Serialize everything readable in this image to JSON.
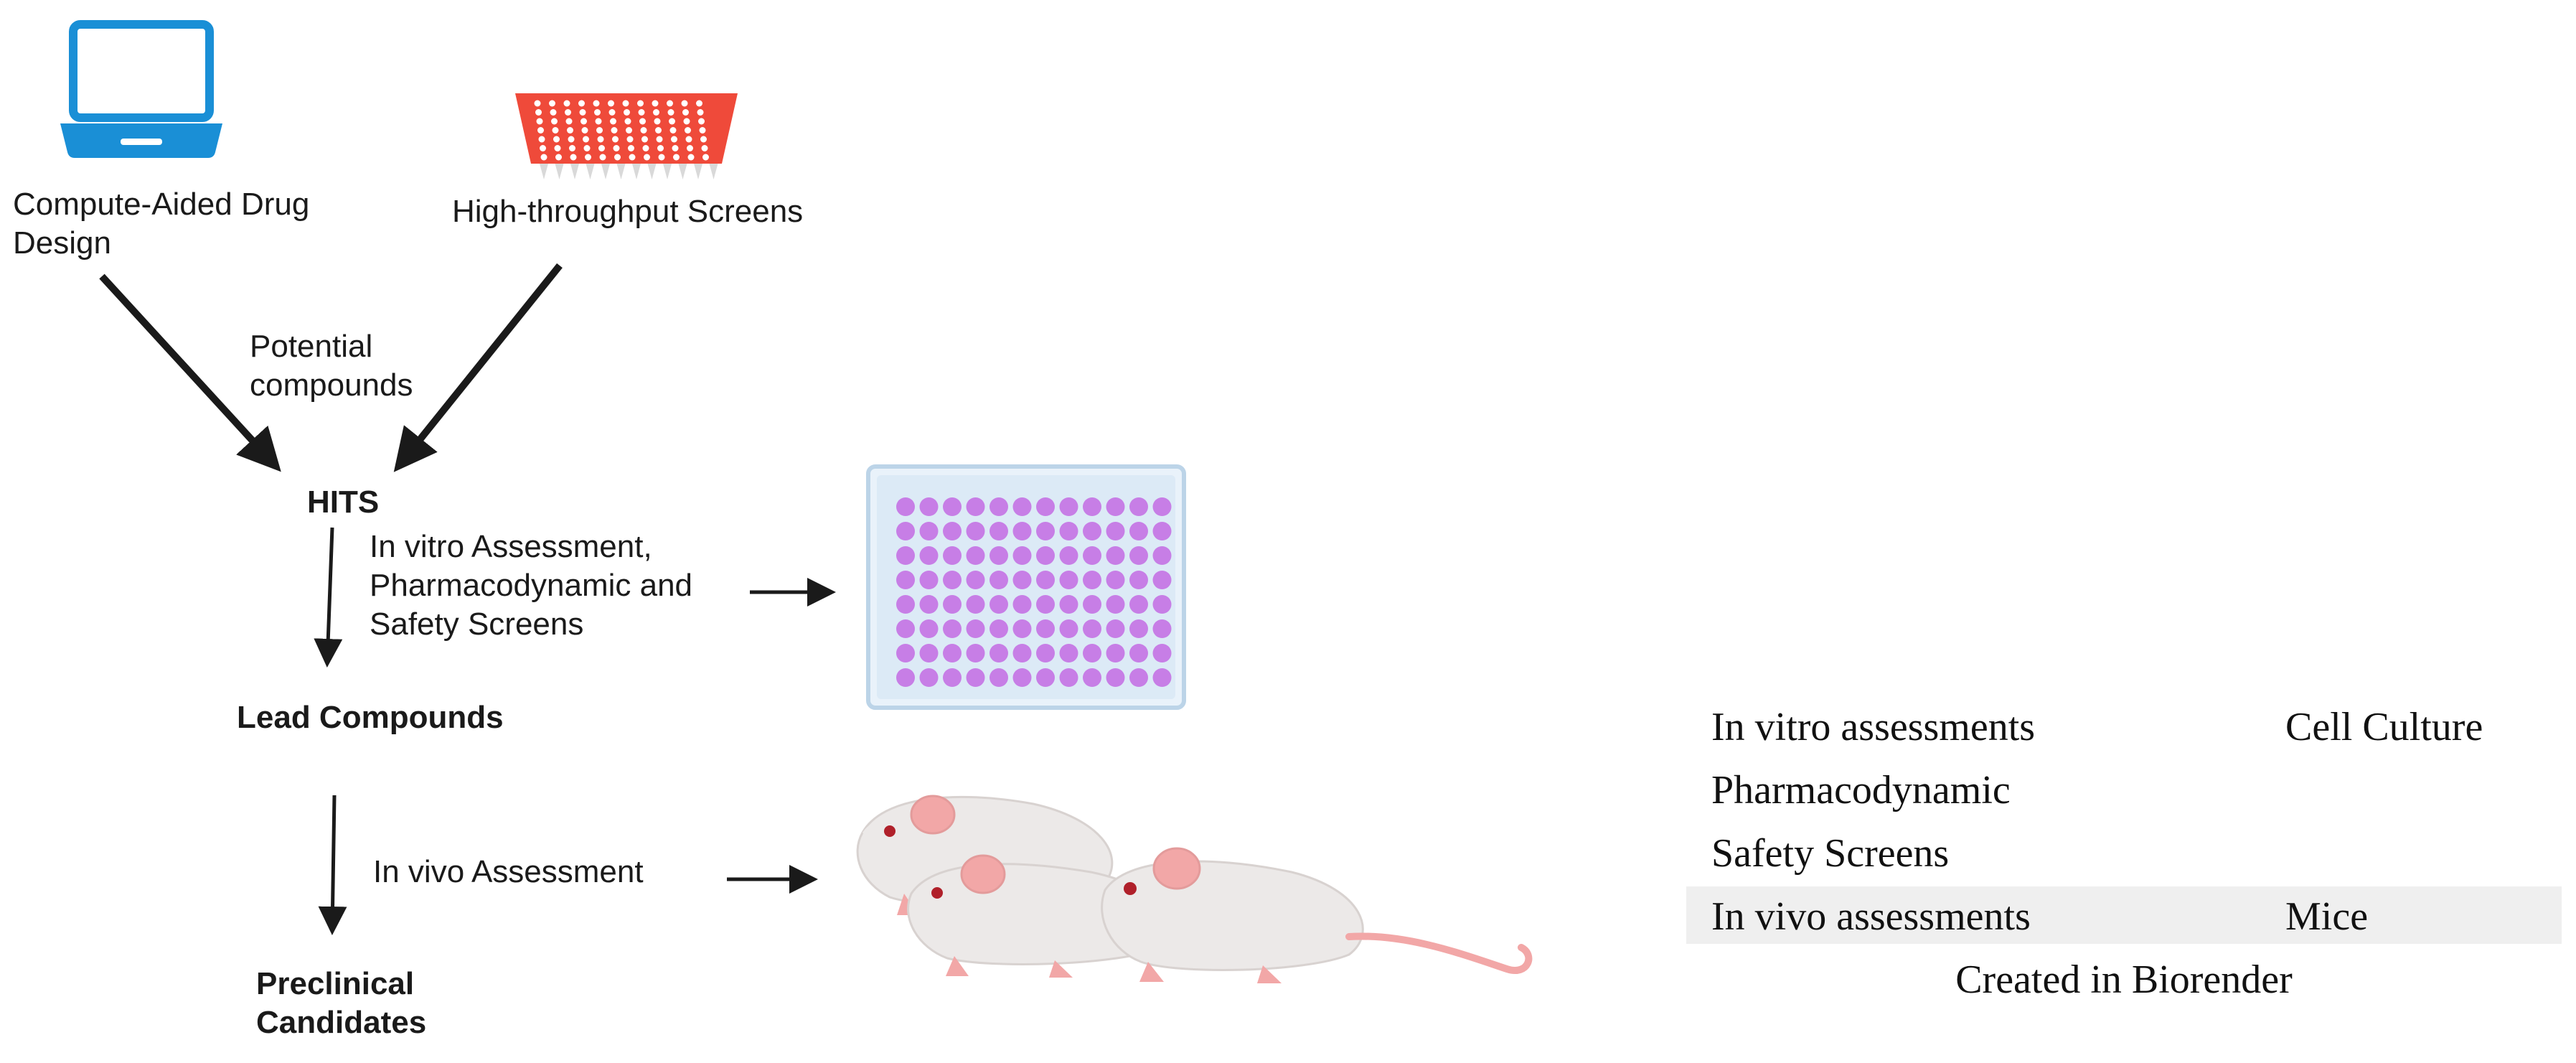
{
  "flow": {
    "cadd_label": "Compute-Aided Drug Design",
    "hts_label": "High-throughput Screens",
    "potential_label": "Potential compounds",
    "hits_label": "HITS",
    "invitro_label": "In vitro Assessment, Pharmacodynamic and Safety Screens",
    "lead_label": "Lead Compounds",
    "invivo_label": "In vivo Assessment",
    "preclinical_label": "Preclinical Candidates"
  },
  "table": {
    "rows": [
      {
        "col1": "In vitro assessments",
        "col2": "Cell Culture"
      },
      {
        "col1": "Pharmacodynamic",
        "col2": ""
      },
      {
        "col1": "Safety Screens",
        "col2": ""
      },
      {
        "col1": "In vivo assessments",
        "col2": "Mice"
      }
    ],
    "caption": "Created in Biorender"
  },
  "colors": {
    "laptop": "#1a8fd6",
    "red_plate": "#ef4a3a",
    "well_plate_frame": "#cfe3f3",
    "wells": "#c77ee6",
    "mouse_body": "#ece9e8",
    "mouse_pink": "#f2a7a7",
    "highlight_row": "#efefef"
  },
  "icons": [
    "laptop-icon",
    "red-microplate-icon",
    "well-plate-icon",
    "mice-icon"
  ]
}
